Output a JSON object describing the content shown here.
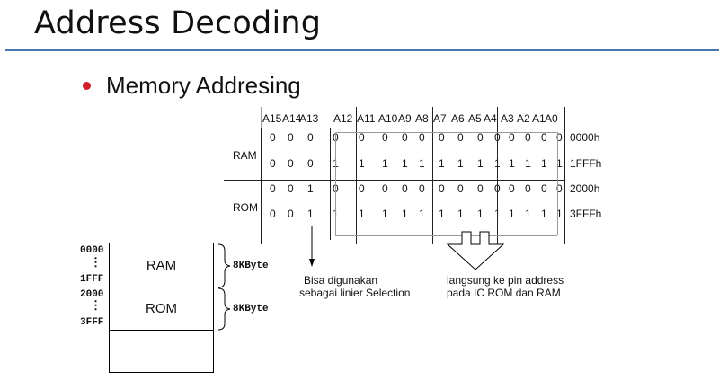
{
  "slide": {
    "title": "Address Decoding",
    "subtitle": "Memory Addresing"
  },
  "table": {
    "headers": [
      "A15",
      "A14",
      "A13",
      "A12",
      "A11",
      "A10",
      "A9",
      "A8",
      "A7",
      "A6",
      "A5",
      "A4",
      "A3",
      "A2",
      "A1",
      "A0"
    ],
    "groups": [
      {
        "label": "RAM",
        "rows": [
          {
            "bits": [
              "0",
              "0",
              "0",
              "0",
              "0",
              "0",
              "0",
              "0",
              "0",
              "0",
              "0",
              "0",
              "0",
              "0",
              "0",
              "0"
            ],
            "hex": "0000h"
          },
          {
            "bits": [
              "0",
              "0",
              "0",
              "1",
              "1",
              "1",
              "1",
              "1",
              "1",
              "1",
              "1",
              "1",
              "1",
              "1",
              "1",
              "1"
            ],
            "hex": "1FFFh"
          }
        ]
      },
      {
        "label": "ROM",
        "rows": [
          {
            "bits": [
              "0",
              "0",
              "1",
              "0",
              "0",
              "0",
              "0",
              "0",
              "0",
              "0",
              "0",
              "0",
              "0",
              "0",
              "0",
              "0"
            ],
            "hex": "2000h"
          },
          {
            "bits": [
              "0",
              "0",
              "1",
              "1",
              "1",
              "1",
              "1",
              "1",
              "1",
              "1",
              "1",
              "1",
              "1",
              "1",
              "1",
              "1"
            ],
            "hex": "3FFFh"
          }
        ]
      }
    ]
  },
  "annotations": {
    "linear_line1": "Bisa digunakan",
    "linear_line2": "sebagai linier Selection",
    "pins_line1": "langsung ke pin address",
    "pins_line2": "pada IC ROM dan RAM"
  },
  "memory_map": {
    "blocks": [
      {
        "label": "RAM",
        "start": "0000",
        "end": "1FFF",
        "size": "8KByte"
      },
      {
        "label": "ROM",
        "start": "2000",
        "end": "3FFF",
        "size": "8KByte"
      },
      {
        "label": "",
        "start": "",
        "end": "",
        "size": ""
      }
    ],
    "ellipsis": "⋮"
  }
}
